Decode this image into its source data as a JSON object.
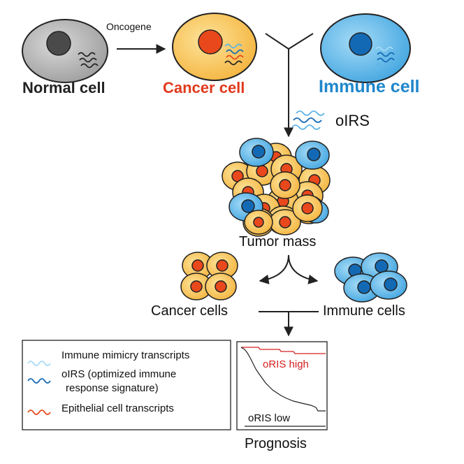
{
  "top": {
    "oncogene_label": "Oncogene",
    "normal_cell_label": "Normal cell",
    "cancer_cell_label": "Cancer cell",
    "immune_cell_label": "Immune cell",
    "oirs_label": "oIRS"
  },
  "middle": {
    "tumor_mass_label": "Tumor mass",
    "cancer_cells_label": "Cancer cells",
    "immune_cells_label": "Immune cells"
  },
  "legend": {
    "item1": "Immune mimicry transcripts",
    "item2_line1": "oIRS (optimized immune",
    "item2_line2": "response signature)",
    "item3": "Epithelial cell transcripts"
  },
  "prognosis": {
    "high_label": "oRIS high",
    "low_label": "oRIS low",
    "title": "Prognosis"
  },
  "colors": {
    "normal_fill": "#a8a8a8",
    "normal_nucleus": "#4a4a4a",
    "cancer_fill": "#f7bf45",
    "cancer_nucleus": "#e8481c",
    "immune_fill": "#5fb4e6",
    "immune_nucleus": "#1469b4",
    "cancer_text": "#e0391c",
    "immune_text": "#1e86cc",
    "high_curve": "#d42020",
    "high_text": "#d42020"
  },
  "icons": [
    "transcript-squiggle-icon",
    "arrow-icon",
    "survival-curve-icon"
  ]
}
